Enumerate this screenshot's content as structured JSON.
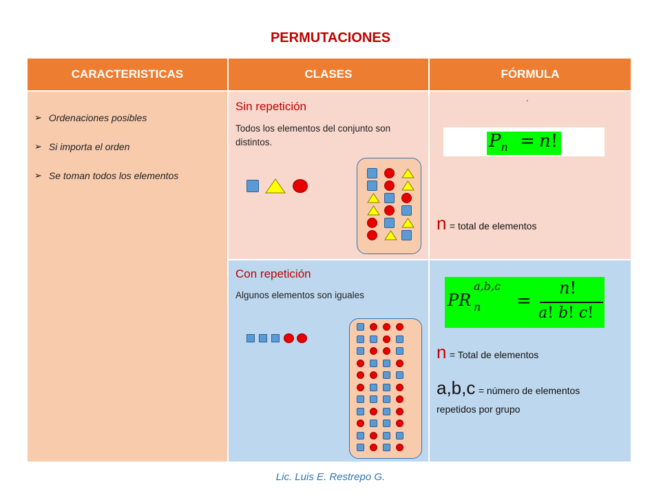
{
  "title": "PERMUTACIONES",
  "headers": {
    "caracteristicas": "CARACTERISTICAS",
    "clases": "CLASES",
    "formula": "FÓRMULA"
  },
  "caracteristicas": [
    "Ordenaciones posibles",
    "Si importa el orden",
    "Se toman todos los elementos"
  ],
  "sin_repeticion": {
    "title": "Sin repetición",
    "description": "Todos los elementos del conjunto son distintos.",
    "formula_dot": ".",
    "n_symbol": "n",
    "n_text": "= total de elementos"
  },
  "con_repeticion": {
    "title": "Con repetición",
    "description": "Algunos elementos son iguales",
    "n_symbol": "n",
    "n_text": "= Total de elementos",
    "abc_symbol": "a,b,c",
    "abc_text": "= número de elementos repetidos por grupo"
  },
  "footer": "Lic. Luis E. Restrepo G.",
  "colors": {
    "header": "#ed7d31",
    "col1": "#f8cbad",
    "row1": "#f8d7cc",
    "row2": "#bdd7ee",
    "accent_red": "#c00000",
    "formula_bg": "#00ff00"
  }
}
